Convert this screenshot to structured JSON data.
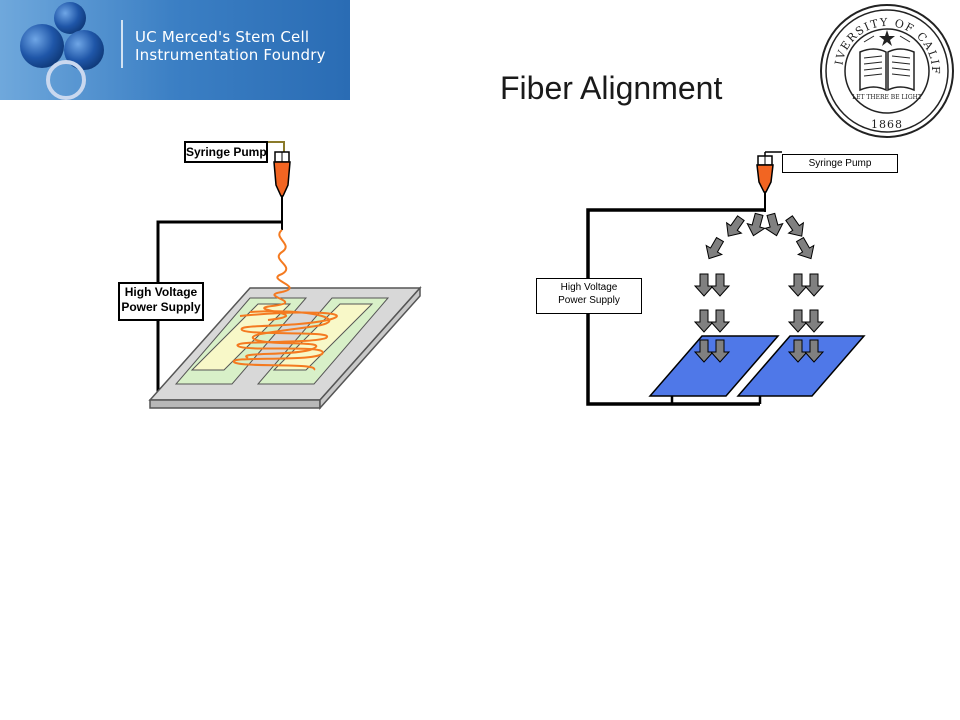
{
  "header": {
    "logo_line1": "UC Merced's Stem Cell",
    "logo_line2": "Instrumentation Foundry",
    "title": "Fiber Alignment",
    "seal_text": "THE UNIVERSITY OF CALIFORNIA",
    "seal_year": "1868",
    "seal_motto": "LET THERE BE LIGHT"
  },
  "left_diagram": {
    "pump_label": "Syringe Pump",
    "hv_line1": "High Voltage",
    "hv_line2": "Power Supply"
  },
  "right_diagram": {
    "pump_label": "Syringe Pump",
    "hv_line1": "High Voltage",
    "hv_line2": "Power Supply"
  },
  "colors": {
    "banner_blue": "#3b7fc4",
    "nozzle_orange": "#f26522",
    "fiber_orange": "#f47a20",
    "electrode_green": "#d8f0c8",
    "electrode_yellow": "#f8f8c8",
    "collector_blue": "#4f78e8",
    "arrow_gray": "#808080",
    "seal_dark": "#222222"
  }
}
